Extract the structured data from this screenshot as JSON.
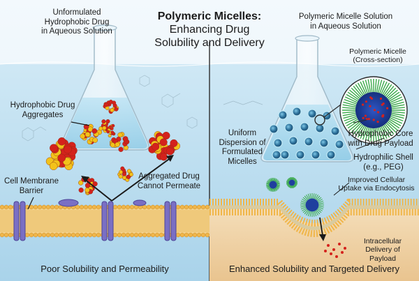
{
  "title": {
    "line1": "Polymeric Micelles:",
    "line2": "Enhancing Drug",
    "line3": "Solubility and Delivery"
  },
  "left": {
    "heading": [
      "Unformulated",
      "Hydrophobic Drug",
      "in Aqueous Solution"
    ],
    "label_aggregates": [
      "Hydrophobic Drug",
      "Aggregates"
    ],
    "label_membrane": [
      "Cell Membrane",
      "Barrier"
    ],
    "label_cannot": [
      "Aggregated Drug",
      "Cannot Permeate"
    ],
    "caption": "Poor Solubility and Permeability"
  },
  "right": {
    "heading": [
      "Polymeric Micelle Solution",
      "in Aqueous Solution"
    ],
    "label_micelle": [
      "Polymeric Micelle",
      "(Cross-section)"
    ],
    "label_dispersion": [
      "Uniform",
      "Dispersion of",
      "Formulated",
      "Micelles"
    ],
    "label_core": [
      "Hydrophobic Core",
      "with Drug Payload"
    ],
    "label_shell": [
      "Hydrophilic Shell",
      "(e.g., PEG)"
    ],
    "label_uptake": [
      "Improved Cellular",
      "Uptake via Endocytosis"
    ],
    "label_delivery": [
      "Intracellular",
      "Delivery of",
      "Payload"
    ],
    "caption": "Enhanced Solubility and Targeted Delivery"
  },
  "colors": {
    "water": "#bfe0f2",
    "micelle_core": "#1f3f9e",
    "micelle_shell": "#3aa94a",
    "drug_red": "#d4221c",
    "drug_yellow": "#f2c21a",
    "membrane_head": "#f0b64a",
    "protein": "#7a6fc4"
  }
}
